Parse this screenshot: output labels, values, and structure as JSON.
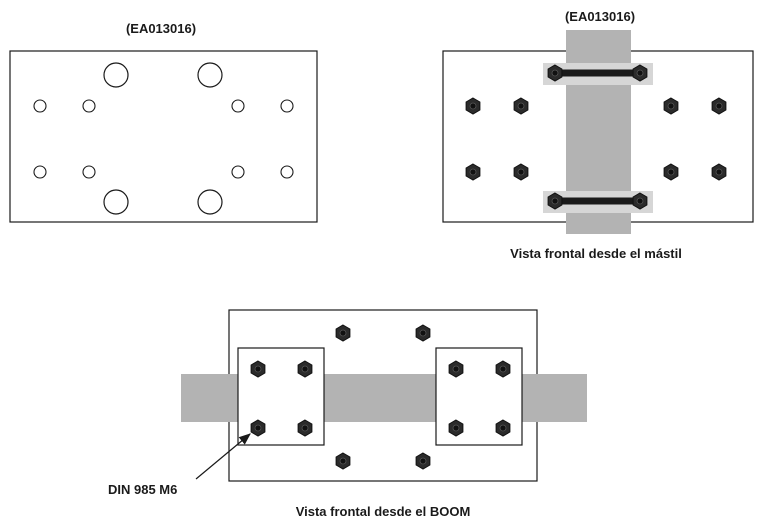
{
  "labels": {
    "code_left": "(EA013016)",
    "code_right": "(EA013016)",
    "caption_mast": "Vista frontal desde el mástil",
    "caption_boom": "Vista frontal desde el BOOM",
    "fastener": "DIN 985 M6"
  },
  "colors": {
    "outline": "#1a1a1a",
    "mast_bar": "#b3b3b3",
    "boom_bar": "#b3b3b3",
    "nut": "#2b2b2b",
    "clamp_strap": "#1a1a1a",
    "clamp_shadow": "#d6d6d6",
    "background": "#ffffff"
  },
  "icons": {
    "hole": "circle-outline",
    "nut": "hexagon-nut",
    "leader": "arrow"
  }
}
